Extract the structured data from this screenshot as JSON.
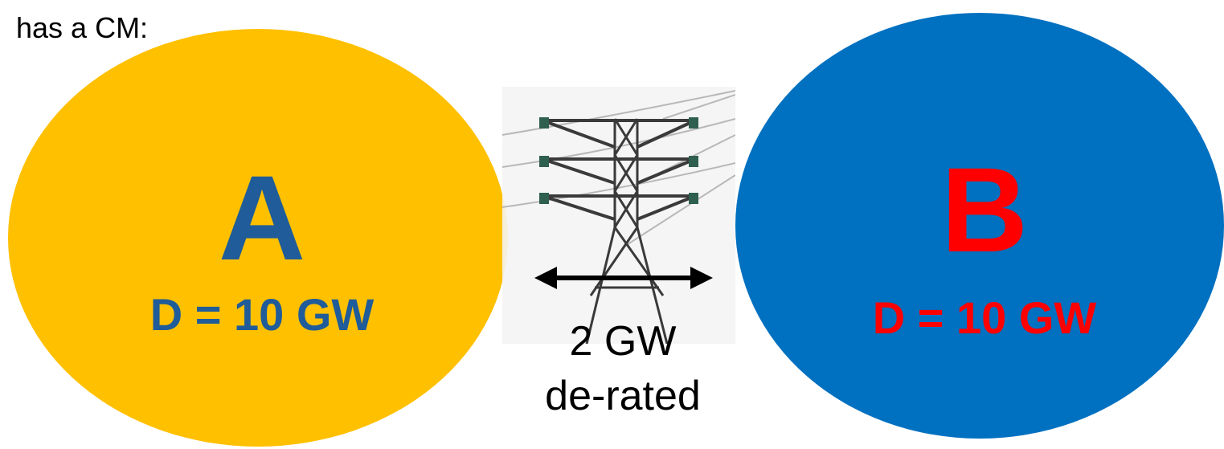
{
  "header": {
    "text": "has a CM:"
  },
  "regions": {
    "a": {
      "letter": "A",
      "demand": "D = 10 GW",
      "fill_color": "#ffc000",
      "text_color": "#1f5c99"
    },
    "b": {
      "letter": "B",
      "demand": "D = 10 GW",
      "fill_color": "#0070c0",
      "text_color": "#ff0000"
    }
  },
  "interconnector": {
    "icon": "transmission-tower-icon",
    "arrow": "double-headed-arrow-icon",
    "capacity": "2 GW",
    "note": "de-rated"
  }
}
